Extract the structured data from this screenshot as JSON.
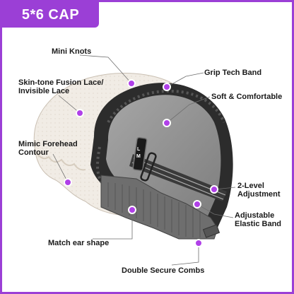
{
  "header": {
    "title": "5*6 CAP"
  },
  "colors": {
    "accent": "#9b3fd6",
    "lace": "#f1ece5",
    "cap_dark": "#2c2c2c",
    "cap_gray": "#8f8f8f",
    "leader": "#6e6e6e"
  },
  "labels": {
    "mini_knots": "Mini Knots",
    "fusion_lace_line1": "Skin-tone Fusion Lace/",
    "fusion_lace_line2": "Invisible Lace",
    "forehead_line1": "Mimic Forehead",
    "forehead_line2": "Contour",
    "ear_shape": "Match ear shape",
    "grip_tech": "Grip Tech Band",
    "soft": "Soft & Comfortable",
    "level_line1": "2-Level",
    "level_line2": "Adjustment",
    "elastic_line1": "Adjustable",
    "elastic_line2": "Elastic Band",
    "combs": "Double Secure Combs",
    "size_l": "L",
    "size_m": "M"
  }
}
